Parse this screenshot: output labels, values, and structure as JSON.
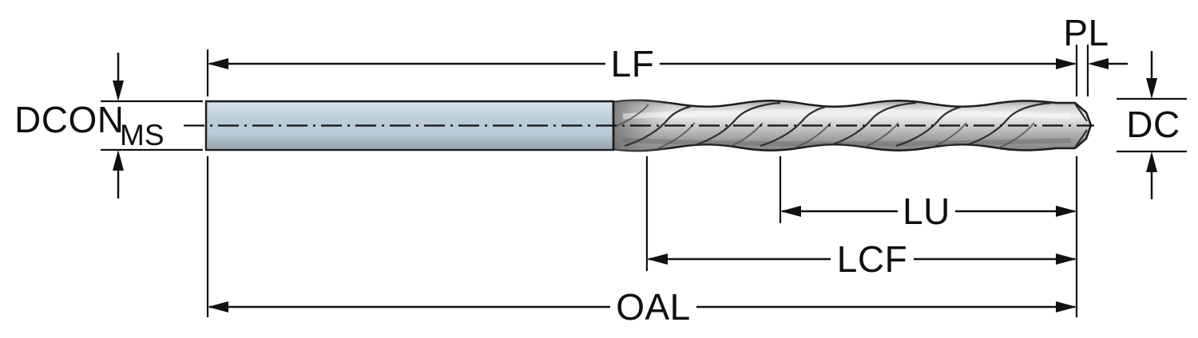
{
  "diagram": {
    "labels": {
      "dcon": "DCON",
      "dcon_subscript": "MS",
      "lf": "LF",
      "pl": "PL",
      "dc": "DC",
      "lu": "LU",
      "lcf": "LCF",
      "oal": "OAL"
    },
    "colors": {
      "shank": "#b9ccd8",
      "outline": "#1c1c1c",
      "dimension": "#111111",
      "flute_light": "#ececec",
      "flute_dark": "#838383",
      "background": "#ffffff"
    }
  }
}
